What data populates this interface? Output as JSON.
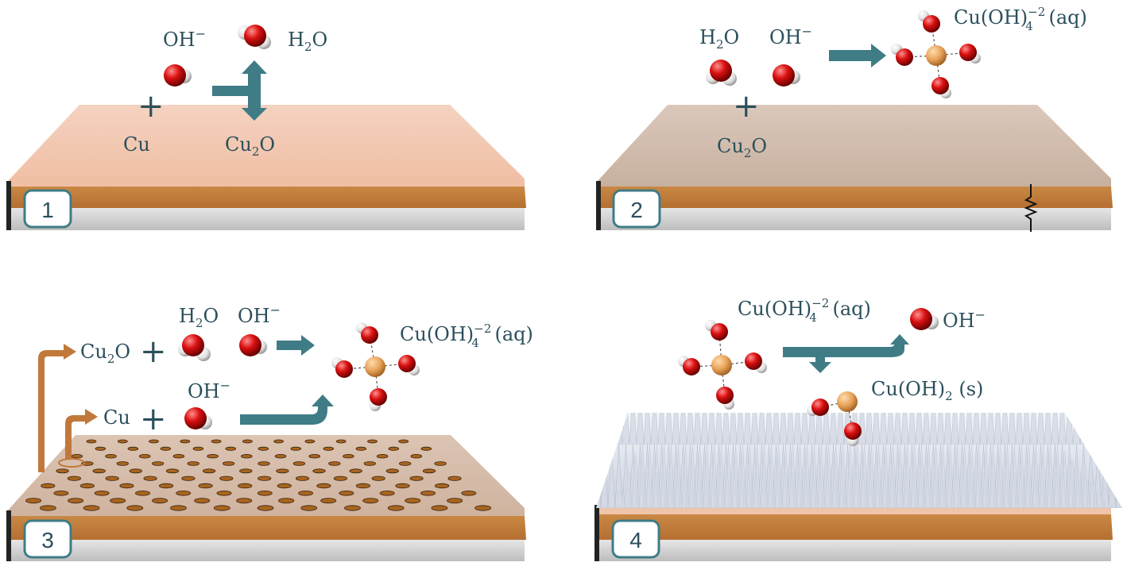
{
  "colors": {
    "teal_arrow": "#3f7c86",
    "copper_band": "#bd7a3c",
    "copper_top": "#efc4a8",
    "oxide_top": "#ceb7a6",
    "silver_band": "#cdcdcd",
    "orange_arrow": "#c0793a",
    "text": "#2b4f5c",
    "oxygen": "#d10f0f",
    "hydrogen": "#ececec",
    "copper_atom": "#e9a85a"
  },
  "panels": [
    {
      "number": "1",
      "labels": {
        "oh_base": "OH",
        "oh_sup": "−",
        "h2o_a": "H",
        "h2o_sub": "2",
        "h2o_b": "O",
        "plus": "+",
        "cu": "Cu",
        "cu2o_a": "Cu",
        "cu2o_sub": "2",
        "cu2o_b": "O"
      }
    },
    {
      "number": "2",
      "labels": {
        "h2o_a": "H",
        "h2o_sub": "2",
        "h2o_b": "O",
        "oh_base": "OH",
        "oh_sup": "−",
        "plus": "+",
        "cu2o_a": "Cu",
        "cu2o_sub": "2",
        "cu2o_b": "O",
        "complex_a": "Cu(OH)",
        "complex_sub": "4",
        "complex_sup": "−2",
        "complex_b": " (aq)"
      }
    },
    {
      "number": "3",
      "labels": {
        "h2o_a": "H",
        "h2o_sub": "2",
        "h2o_b": "O",
        "oh1_base": "OH",
        "oh1_sup": "−",
        "cu2o_a": "Cu",
        "cu2o_sub": "2",
        "cu2o_b": "O",
        "plus1": "+",
        "oh2_base": "OH",
        "oh2_sup": "−",
        "cu": "Cu",
        "plus2": "+",
        "complex_a": "Cu(OH)",
        "complex_sub": "4",
        "complex_sup": "−2",
        "complex_b": " (aq)"
      }
    },
    {
      "number": "4",
      "labels": {
        "complex_a": "Cu(OH)",
        "complex_sub": "4",
        "complex_sup": "−2",
        "complex_b": " (aq)",
        "oh_base": "OH",
        "oh_sup": "−",
        "solid_a": "Cu(OH)",
        "solid_sub": "2",
        "solid_b": " (s)"
      }
    }
  ]
}
